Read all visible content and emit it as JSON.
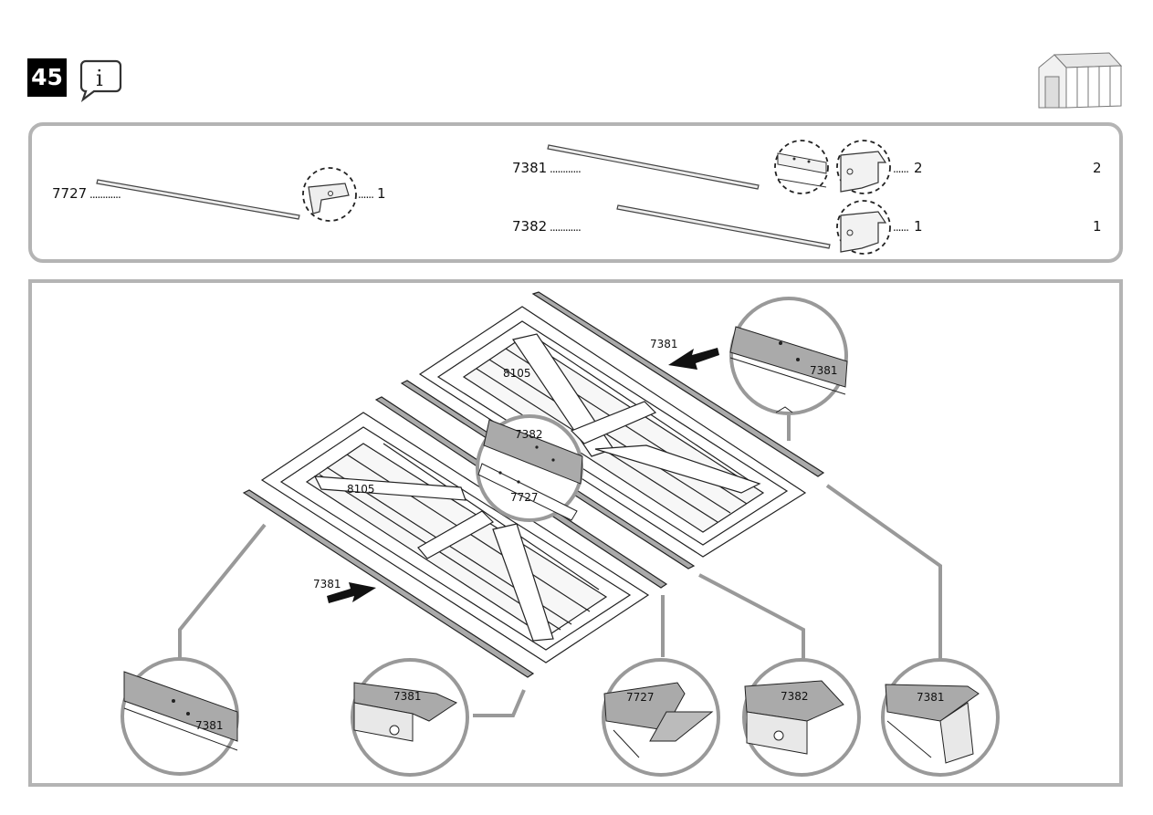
{
  "step": {
    "number": "45"
  },
  "icons": {
    "info": "info-speech-bubble-icon",
    "shed": "shed-thumbnail-icon"
  },
  "parts": [
    {
      "id": "7727",
      "dots": "............",
      "qty_dots": "......",
      "qty": "1"
    },
    {
      "id": "7381",
      "dots": "............",
      "qty_dots": "......",
      "qty": "2",
      "total": "2"
    },
    {
      "id": "7382",
      "dots": "............",
      "qty_dots": "......",
      "qty": "1",
      "total": "1"
    }
  ],
  "labels": {
    "rail_top": "7381",
    "rail_bottom": "7381",
    "panel_left": "8105",
    "panel_right": "8105",
    "center_top": "7382",
    "center_bottom": "7727",
    "detail_top_right": "7381",
    "detail_1": "7381",
    "detail_2": "7381",
    "detail_3": "7727",
    "detail_4": "7382",
    "detail_5": "7381"
  }
}
